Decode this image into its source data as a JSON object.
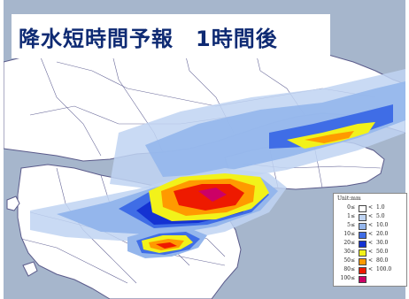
{
  "title": "降水短時間予報　1時間後",
  "colors": {
    "sea": "#a6b6cc",
    "land": "#ffffff",
    "border": "#5a5a8a",
    "rain_1": "#bfd4f2",
    "rain_5": "#94b6ec",
    "rain_10": "#3f6de6",
    "rain_20": "#1432d2",
    "rain_30": "#f2f21a",
    "rain_50": "#ff9a00",
    "rain_80": "#ee1a00",
    "rain_100": "#cc0066",
    "title_text": "#0e2a73"
  },
  "legend": {
    "title": "Unit:mm",
    "rows": [
      {
        "lo": "0≤",
        "lt": "<",
        "hi": "1.0",
        "color": "#ffffff"
      },
      {
        "lo": "1≤",
        "lt": "<",
        "hi": "5.0",
        "color": "#bfd4f2"
      },
      {
        "lo": "5≤",
        "lt": "<",
        "hi": "10.0",
        "color": "#94b6ec"
      },
      {
        "lo": "10≤",
        "lt": "<",
        "hi": "20.0",
        "color": "#3f6de6"
      },
      {
        "lo": "20≤",
        "lt": "<",
        "hi": "30.0",
        "color": "#1432d2"
      },
      {
        "lo": "30≤",
        "lt": "<",
        "hi": "50.0",
        "color": "#f2f21a"
      },
      {
        "lo": "50≤",
        "lt": "<",
        "hi": "80.0",
        "color": "#ff9a00"
      },
      {
        "lo": "80≤",
        "lt": "<",
        "hi": "100.0",
        "color": "#ee1a00"
      },
      {
        "lo": "100≤",
        "lt": "",
        "hi": "",
        "color": "#cc0066"
      }
    ]
  }
}
